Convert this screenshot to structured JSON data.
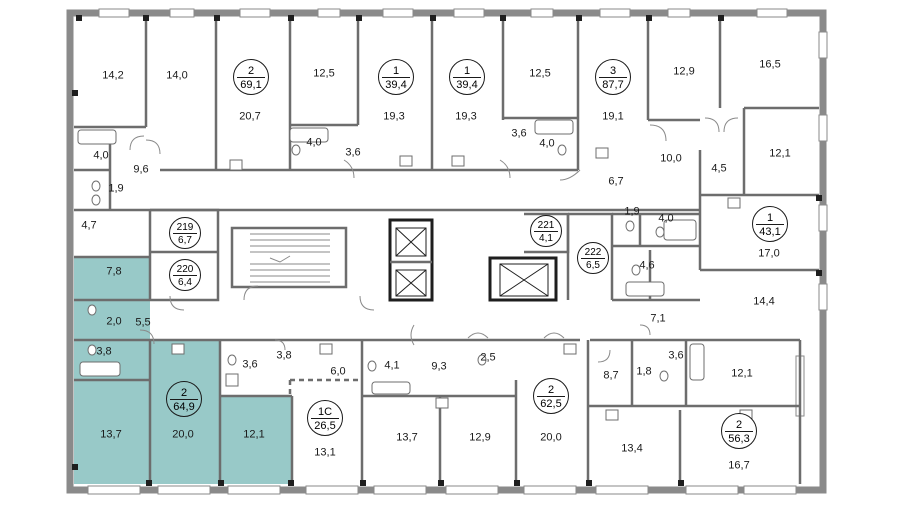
{
  "colors": {
    "wall": "#8a8a8a",
    "wall_dark": "#1e1e1e",
    "highlight": "#98c9c8",
    "line": "#6d6d6d"
  },
  "areas": {
    "a_14_2": "14,2",
    "a_14_0": "14,0",
    "a_20_7": "20,7",
    "a_12_5_l": "12,5",
    "a_19_3_l": "19,3",
    "a_4_0_a": "4,0",
    "a_3_6_a": "3,6",
    "a_19_3_r": "19,3",
    "a_12_5_r": "12,5",
    "a_3_6_b": "3,6",
    "a_4_0_b": "4,0",
    "a_19_1": "19,1",
    "a_12_9_top": "12,9",
    "a_16_5": "16,5",
    "a_4_0_c": "4,0",
    "a_9_6": "9,6",
    "a_1_9_l": "1,9",
    "a_4_7": "4,7",
    "a_10_0": "10,0",
    "a_4_5": "4,5",
    "a_12_1_tr": "12,1",
    "a_6_7": "6,7",
    "a_1_9_r": "1,9",
    "a_4_0_d": "4,0",
    "a_17_0": "17,0",
    "a_4_6": "4,6",
    "a_14_4": "14,4",
    "a_7_8": "7,8",
    "a_2_0": "2,0",
    "a_5_5": "5,5",
    "a_3_8_l": "3,8",
    "a_7_1": "7,1",
    "a_3_6_c": "3,6",
    "a_3_8_m": "3,8",
    "a_6_0": "6,0",
    "a_4_1": "4,1",
    "a_9_3": "9,3",
    "a_2_5": "2,5",
    "a_8_7": "8,7",
    "a_1_8": "1,8",
    "a_3_6_d": "3,6",
    "a_12_1_r": "12,1",
    "a_13_7_l": "13,7",
    "a_20_0_l": "20,0",
    "a_12_1_l": "12,1",
    "a_13_1": "13,1",
    "a_13_7_m": "13,7",
    "a_12_9_b": "12,9",
    "a_20_0_r": "20,0",
    "a_13_4": "13,4",
    "a_16_7": "16,7"
  },
  "badges": [
    {
      "id": "apt-2-69-1",
      "rooms": "2",
      "area": "69,1"
    },
    {
      "id": "apt-1-39-4-a",
      "rooms": "1",
      "area": "39,4"
    },
    {
      "id": "apt-1-39-4-b",
      "rooms": "1",
      "area": "39,4"
    },
    {
      "id": "apt-3-87-7",
      "rooms": "3",
      "area": "87,7"
    },
    {
      "id": "apt-1-43-1",
      "rooms": "1",
      "area": "43,1"
    },
    {
      "id": "apt-2-64-9",
      "rooms": "2",
      "area": "64,9"
    },
    {
      "id": "apt-1c-26-5",
      "rooms": "1С",
      "area": "26,5"
    },
    {
      "id": "apt-2-62-5",
      "rooms": "2",
      "area": "62,5"
    },
    {
      "id": "apt-2-56-3",
      "rooms": "2",
      "area": "56,3"
    },
    {
      "id": "room-219",
      "rooms": "219",
      "area": "6,7"
    },
    {
      "id": "room-220",
      "rooms": "220",
      "area": "6,4"
    },
    {
      "id": "room-221",
      "rooms": "221",
      "area": "4,1"
    },
    {
      "id": "room-222",
      "rooms": "222",
      "area": "6,5"
    }
  ]
}
